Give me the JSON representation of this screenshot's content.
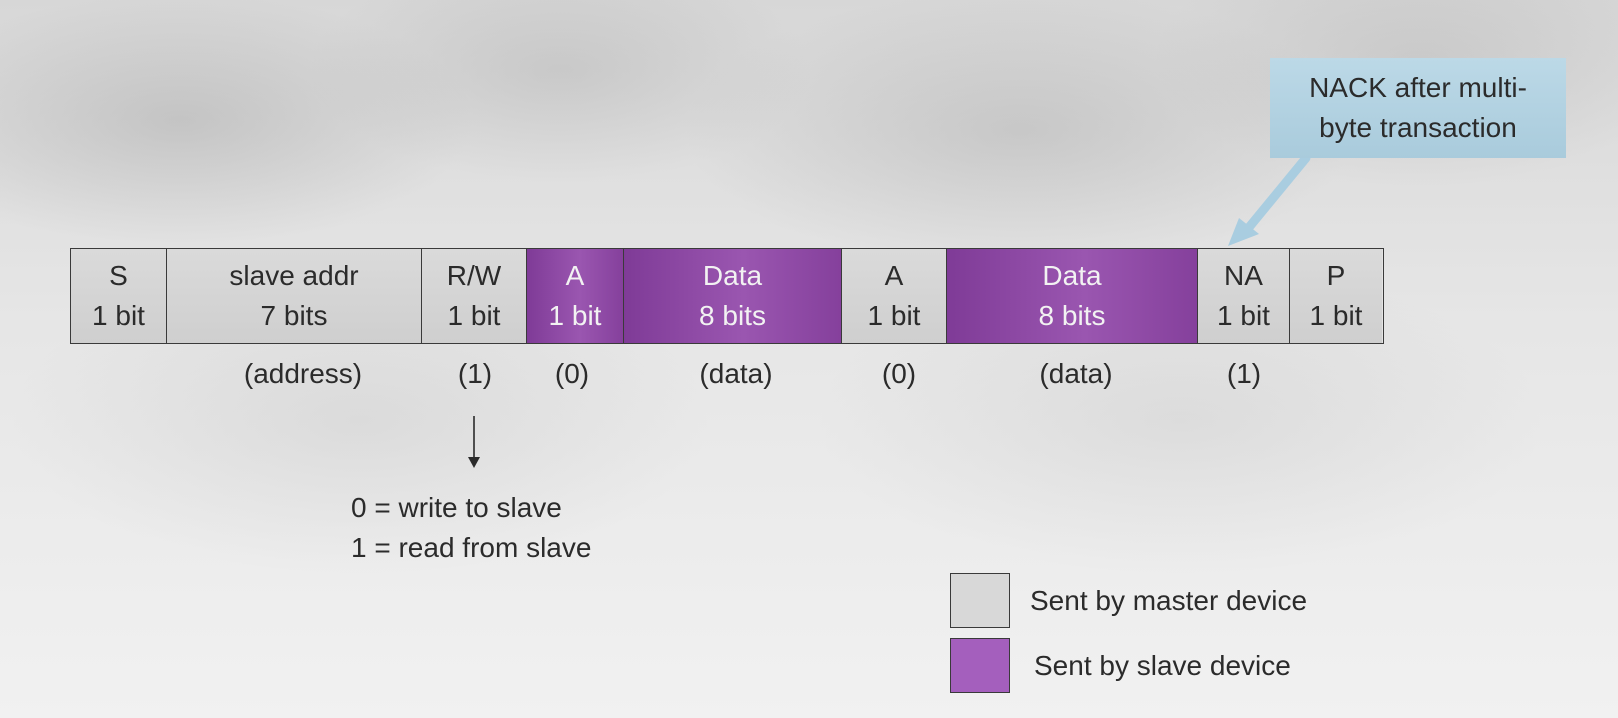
{
  "fields": [
    {
      "name": "S",
      "size": "1 bit",
      "sender": "master",
      "value": ""
    },
    {
      "name": "slave addr",
      "size": "7 bits",
      "sender": "master",
      "value": "(address)"
    },
    {
      "name": "R/W",
      "size": "1 bit",
      "sender": "master",
      "value": "(1)"
    },
    {
      "name": "A",
      "size": "1 bit",
      "sender": "slave",
      "value": "(0)"
    },
    {
      "name": "Data",
      "size": "8 bits",
      "sender": "slave",
      "value": "(data)"
    },
    {
      "name": "A",
      "size": "1 bit",
      "sender": "master",
      "value": "(0)"
    },
    {
      "name": "Data",
      "size": "8 bits",
      "sender": "slave",
      "value": "(data)"
    },
    {
      "name": "NA",
      "size": "1 bit",
      "sender": "master",
      "value": "(1)"
    },
    {
      "name": "P",
      "size": "1 bit",
      "sender": "master",
      "value": ""
    }
  ],
  "rw_note": {
    "line1": "0 = write to slave",
    "line2": "1 = read from slave"
  },
  "callout": {
    "line1": "NACK after multi-",
    "line2": "byte transaction"
  },
  "legend": {
    "master_label": "Sent by master device",
    "slave_label": "Sent by slave device"
  },
  "colors": {
    "master": "#d8d8d8",
    "slave": "#9a56b0",
    "callout": "#b3d3e2",
    "callout_arrow": "#a9cde0"
  }
}
